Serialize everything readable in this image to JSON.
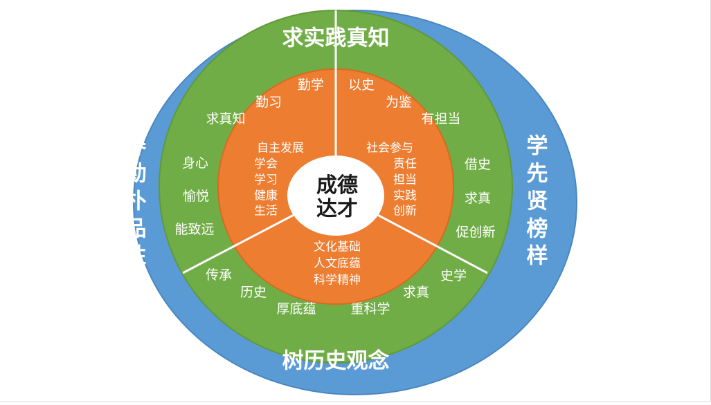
{
  "colors": {
    "outer_ring": "#5b9bd5",
    "outer_ring_stroke": "#4a86c0",
    "middle_ring": "#70ad47",
    "middle_ring_stroke": "#5e9a38",
    "inner_ring": "#ed7d31",
    "inner_ring_stroke": "#d86a20",
    "center": "#ffffff",
    "divider": "#ffffff"
  },
  "center": {
    "line1": "成德",
    "line2": "达才"
  },
  "outer": {
    "top": "求实践真知",
    "bottom": "树历史观念",
    "left": [
      "养",
      "勤",
      "朴",
      "品",
      "性"
    ],
    "right": [
      "学",
      "先",
      "贤",
      "榜",
      "样"
    ]
  },
  "middle": {
    "left_top": [
      "勤学",
      "勤习",
      "求真知"
    ],
    "right_top": [
      "以史",
      "为鉴",
      "有担当"
    ],
    "left": [
      "身心",
      "愉悦",
      "能致远"
    ],
    "right": [
      "借史",
      "求真",
      "促创新"
    ],
    "bottom_left": [
      "传承",
      "历史",
      "厚底蕴"
    ],
    "bottom_right": [
      "史学",
      "求真",
      "重科学"
    ]
  },
  "inner": {
    "left": [
      "自主发展",
      "学会",
      "学习",
      "健康",
      "生活"
    ],
    "right": [
      "社会参与",
      "责任",
      "担当",
      "实践",
      "创新"
    ],
    "bottom": [
      "文化基础",
      "人文底蕴",
      "科学精神"
    ]
  }
}
